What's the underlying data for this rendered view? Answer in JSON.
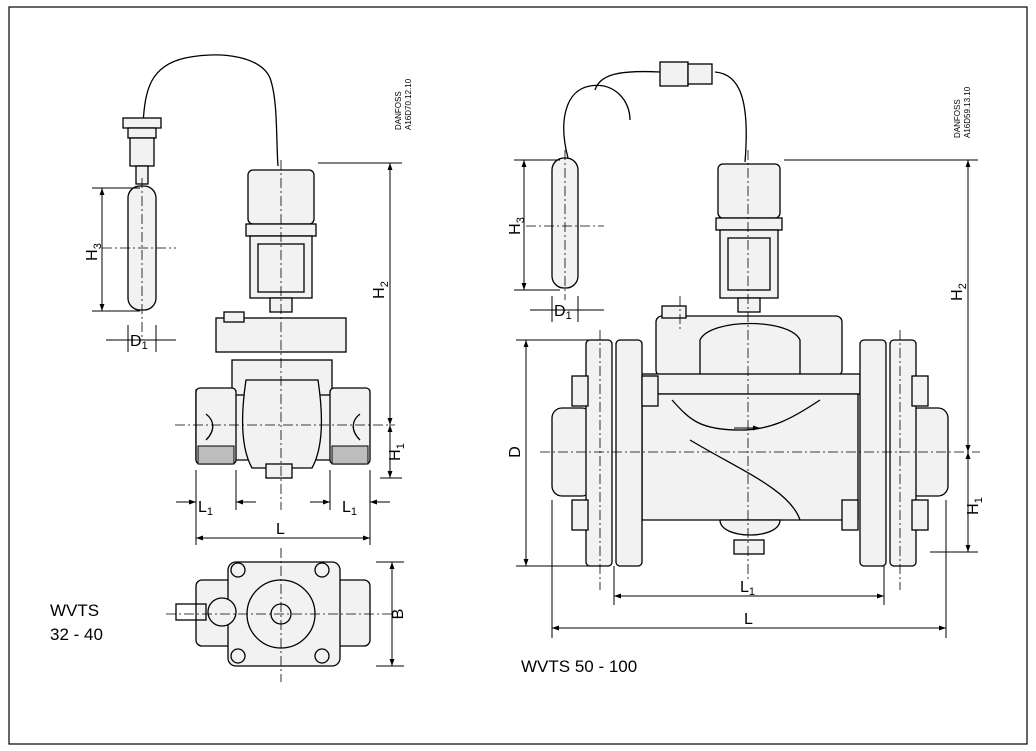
{
  "left_drawing": {
    "label_line1": "WVTS",
    "label_line2": "32 - 40",
    "code_line1": "DANFOSS",
    "code_line2": "A16D70.12.10",
    "dims": {
      "H3": "H",
      "H3_sub": "3",
      "D1": "D",
      "D1_sub": "1",
      "H2": "H",
      "H2_sub": "2",
      "H1": "H",
      "H1_sub": "1",
      "L1a": "L",
      "L1a_sub": "1",
      "L1b": "L",
      "L1b_sub": "1",
      "L": "L",
      "B": "B"
    }
  },
  "right_drawing": {
    "label": "WVTS 50 - 100",
    "code_line1": "DANFOSS",
    "code_line2": "A16D59.13.10",
    "dims": {
      "H3": "H",
      "H3_sub": "3",
      "D1": "D",
      "D1_sub": "1",
      "H2": "H",
      "H2_sub": "2",
      "D": "D",
      "H1": "H",
      "H1_sub": "1",
      "L1": "L",
      "L1_sub": "1",
      "L": "L"
    }
  }
}
